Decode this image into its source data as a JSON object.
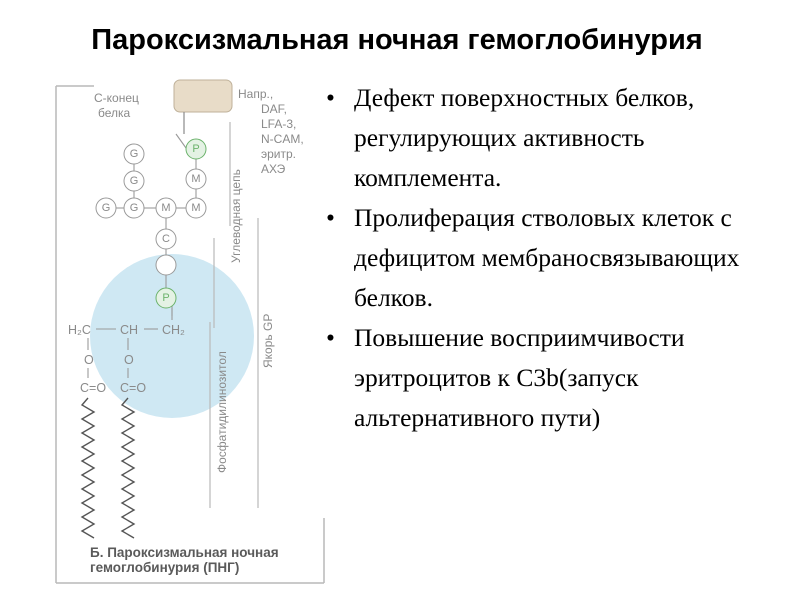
{
  "slide": {
    "title": "Пароксизмальная ночная гемоглобинурия"
  },
  "bullets": [
    "Дефект поверхностных белков, регулирующих активность комплемента.",
    "Пролиферация стволовых клеток с дефицитом мембраносвязывающих белков.",
    "Повышение восприимчивости эритроцитов к C3b(запуск альтернативного пути)"
  ],
  "figure": {
    "c_terminus_label": [
      "C-конец",
      "белка"
    ],
    "examples_label": [
      "Напр.,",
      "DAF,",
      "LFA-3,",
      "N-CAM,",
      "эритр.",
      "АХЭ"
    ],
    "carbohydrate_chain_label": "Углеводная цепь",
    "phosphatidylinositol_label": "Фосфатидилинозитол",
    "gpi_anchor_label": "Якорь GP",
    "sugars": {
      "galactose": "G",
      "mannose": "M",
      "glucosamine": "C",
      "phosphate": "P"
    },
    "glycerol_atoms": [
      "H₂C",
      "CH",
      "CH₂"
    ],
    "oxygen": "O",
    "ester_group": "C=O",
    "caption": [
      "Б. Пароксизмальная ночная",
      "гемоглобинурия (ПНГ)"
    ]
  },
  "colors": {
    "membrane_blue": "#cfe8f3",
    "diagram_gray": "#8a8a8a",
    "protein_beige": "#e8dcc8",
    "phosphate_green": "#6cb36c"
  }
}
